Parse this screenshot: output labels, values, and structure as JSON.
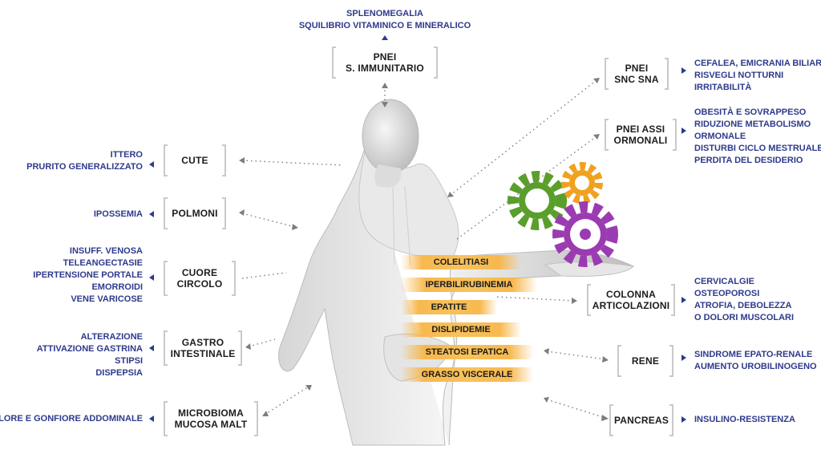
{
  "center_boxes": {
    "pnei_immunitario": "PNEI\nS. IMMUNITARIO"
  },
  "top_notes": [
    "SPLENOMEGALIA",
    "SQUILIBRIO VITAMINICO E MINERALICO"
  ],
  "left_boxes": {
    "cute": "CUTE",
    "polmoni": "POLMONI",
    "cuore": "CUORE\nCIRCOLO",
    "gastro": "GASTRO\nINTESTINALE",
    "microbioma": "MICROBIOMA\nMUCOSA MALT"
  },
  "left_notes": {
    "cute": [
      "ITTERO",
      "PRURITO GENERALIZZATO"
    ],
    "polmoni": [
      "IPOSSEMIA"
    ],
    "cuore": [
      "INSUFF. VENOSA",
      "TELEANGECTASIE",
      "IPERTENSIONE PORTALE",
      "EMORROIDI",
      "VENE VARICOSE"
    ],
    "gastro": [
      "ALTERAZIONE",
      "ATTIVAZIONE GASTRINA",
      "STIPSI",
      "DISPEPSIA"
    ],
    "microbioma": [
      "DOLORE E GONFIORE ADDOMINALE"
    ]
  },
  "right_boxes": {
    "snc": "PNEI\nSNC SNA",
    "assi": "PNEI ASSI\nORMONALI",
    "colonna": "COLONNA\nARTICOLAZIONI",
    "rene": "RENE",
    "pancreas": "PANCREAS"
  },
  "right_notes": {
    "snc": [
      "CEFALEA, EMICRANIA BILIARE",
      "RISVEGLI NOTTURNI",
      "IRRITABILITÀ"
    ],
    "assi": [
      "OBESITÀ E SOVRAPPESO",
      "RIDUZIONE METABOLISMO",
      "ORMONALE",
      "DISTURBI CICLO MESTRUALE",
      "PERDITA DEL DESIDERIO"
    ],
    "colonna": [
      "CERVICALGIE",
      "OSTEOPOROSI",
      "ATROFIA, DEBOLEZZA",
      "O DOLORI MUSCOLARI"
    ],
    "rene": [
      "SINDROME EPATO-RENALE",
      "AUMENTO UROBILINOGENO"
    ],
    "pancreas": [
      "INSULINO-RESISTENZA"
    ]
  },
  "liver_conditions": [
    "COLELITIASI",
    "IPERBILIRUBINEMIA",
    "EPATITE",
    "DISLIPIDEMIE",
    "STEATOSI EPATICA",
    "GRASSO VISCERALE"
  ],
  "colors": {
    "note_text": "#2e3a8c",
    "band": "#f7c25c",
    "gear_green": "#5a9e2c",
    "gear_orange": "#f0a11f",
    "gear_purple": "#9b3bb1",
    "bracket": "#c9c9c9"
  }
}
